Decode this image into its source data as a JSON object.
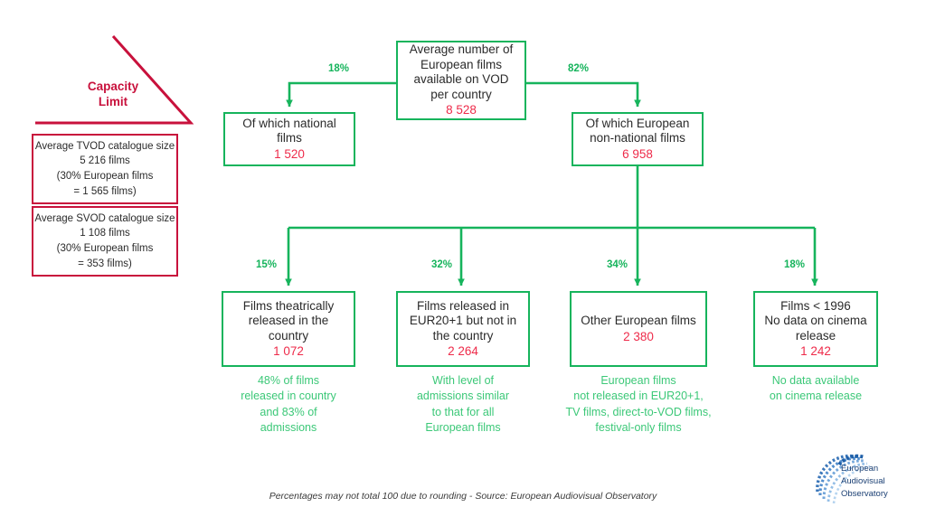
{
  "capacity": {
    "title": "Capacity\nLimit",
    "triangle_color": "#c8113c",
    "boxes": [
      {
        "text": "Average TVOD catalogue size\n5 216 films\n(30% European films\n= 1 565 films)"
      },
      {
        "text": "Average SVOD catalogue size\n1 108 films\n(30% European films\n= 353 films)"
      }
    ]
  },
  "flow": {
    "accent_green": "#16b45c",
    "value_red": "#ee2b4a",
    "caption_green": "#3cc878",
    "root": {
      "text": "Average number of\nEuropean films\navailable on VOD\nper country",
      "value": "8 528"
    },
    "level2": [
      {
        "text": "Of which national\nfilms",
        "value": "1 520",
        "pct": "18%"
      },
      {
        "text": "Of which European\nnon-national films",
        "value": "6 958",
        "pct": "82%"
      }
    ],
    "level3": [
      {
        "text": "Films theatrically\nreleased in the\ncountry",
        "value": "1 072",
        "pct": "15%",
        "caption": "48% of films\nreleased in country\nand 83% of\nadmissions"
      },
      {
        "text": "Films released in\nEUR20+1 but not in\nthe country",
        "value": "2 264",
        "pct": "32%",
        "caption": "With level of\nadmissions similar\nto that for all\nEuropean films"
      },
      {
        "text": "Other European films",
        "value": "2 380",
        "pct": "34%",
        "caption": "European films\nnot released in EUR20+1,\nTV films, direct-to-VOD films,\nfestival-only films"
      },
      {
        "text": "Films < 1996\nNo data on cinema\nrelease",
        "value": "1 242",
        "pct": "18%",
        "caption": "No data available\non cinema release"
      }
    ]
  },
  "footer": {
    "note": "Percentages may not total 100 due to rounding - Source: European Audiovisual Observatory"
  },
  "logo": {
    "name": "European\nAudiovisual\nObservatory",
    "color": "#1a3f73"
  }
}
